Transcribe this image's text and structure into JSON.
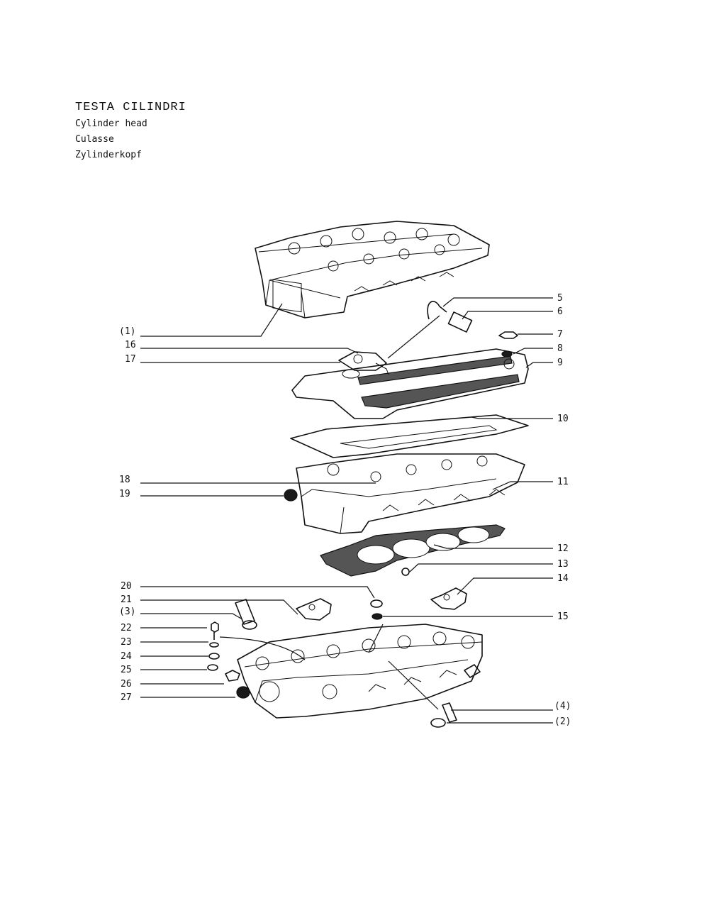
{
  "title": {
    "it": "TESTA CILINDRI",
    "en": "Cylinder head",
    "fr": "Culasse",
    "de": "Zylinderkopf"
  },
  "callouts": [
    {
      "id": "c1",
      "text": "(1)",
      "side": "left"
    },
    {
      "id": "c16",
      "text": "16",
      "side": "left"
    },
    {
      "id": "c17",
      "text": "17",
      "side": "left"
    },
    {
      "id": "c18",
      "text": "18",
      "side": "left"
    },
    {
      "id": "c19",
      "text": "19",
      "side": "left"
    },
    {
      "id": "c20",
      "text": "20",
      "side": "left"
    },
    {
      "id": "c21",
      "text": "21",
      "side": "left"
    },
    {
      "id": "c3",
      "text": "(3)",
      "side": "left"
    },
    {
      "id": "c22",
      "text": "22",
      "side": "left"
    },
    {
      "id": "c23",
      "text": "23",
      "side": "left"
    },
    {
      "id": "c24",
      "text": "24",
      "side": "left"
    },
    {
      "id": "c25",
      "text": "25",
      "side": "left"
    },
    {
      "id": "c26",
      "text": "26",
      "side": "left"
    },
    {
      "id": "c27",
      "text": "27",
      "side": "left"
    },
    {
      "id": "c5",
      "text": "5",
      "side": "right"
    },
    {
      "id": "c6",
      "text": "6",
      "side": "right"
    },
    {
      "id": "c7",
      "text": "7",
      "side": "right"
    },
    {
      "id": "c8",
      "text": "8",
      "side": "right"
    },
    {
      "id": "c9",
      "text": "9",
      "side": "right"
    },
    {
      "id": "c10",
      "text": "10",
      "side": "right"
    },
    {
      "id": "c11",
      "text": "11",
      "side": "right"
    },
    {
      "id": "c12",
      "text": "12",
      "side": "right"
    },
    {
      "id": "c13",
      "text": "13",
      "side": "right"
    },
    {
      "id": "c14",
      "text": "14",
      "side": "right"
    },
    {
      "id": "c15",
      "text": "15",
      "side": "right"
    },
    {
      "id": "c4",
      "text": "(4)",
      "side": "right"
    },
    {
      "id": "c2",
      "text": "(2)",
      "side": "right"
    }
  ]
}
